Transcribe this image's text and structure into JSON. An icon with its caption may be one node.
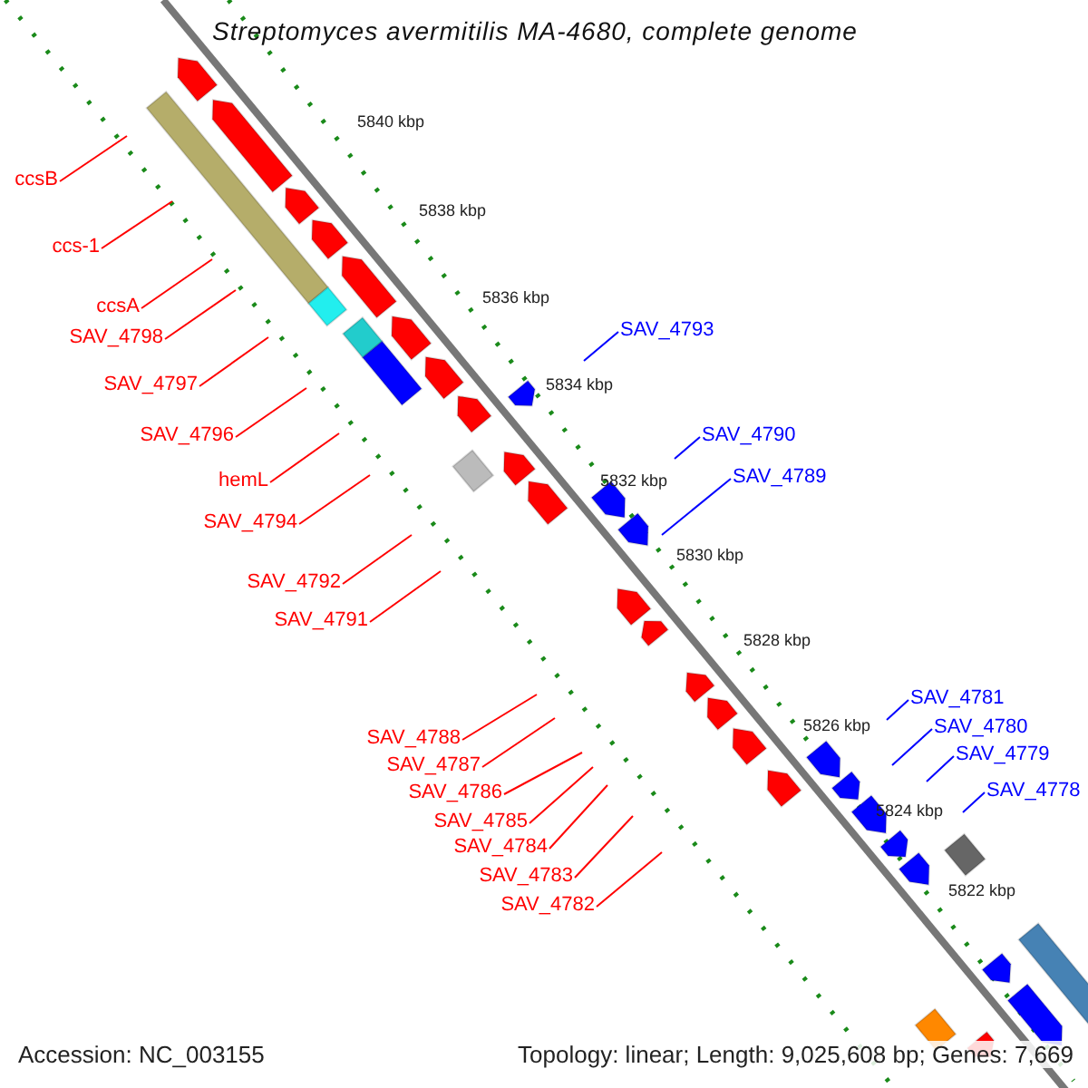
{
  "diagram": {
    "title": "Streptomyces avermitilis MA-4680, complete genome",
    "nodes": [
      {
        "text": [
          "ccsB"
        ]
      },
      {
        "text": [
          "ccs-1"
        ]
      },
      {
        "text": [
          "ccsA"
        ]
      },
      {
        "text": [
          "SAV_4798"
        ]
      },
      {
        "text": [
          "SAV_4797"
        ]
      },
      {
        "text": [
          "SAV_4796"
        ]
      },
      {
        "text": [
          "hemL"
        ]
      },
      {
        "text": [
          "SAV_4794"
        ]
      },
      {
        "text": [
          "SAV_4792"
        ]
      },
      {
        "text": [
          "SAV_4791"
        ]
      },
      {
        "text": [
          "SAV_4788"
        ]
      },
      {
        "text": [
          "SAV_4787"
        ]
      },
      {
        "text": [
          "SAV_4786"
        ]
      },
      {
        "text": [
          "SAV_4785"
        ]
      },
      {
        "text": [
          "SAV_4784"
        ]
      },
      {
        "text": [
          "SAV_4783"
        ]
      },
      {
        "text": [
          "SAV_4782"
        ]
      },
      {
        "text": [
          "SAV_4793"
        ]
      },
      {
        "text": [
          "SAV_4790"
        ]
      },
      {
        "text": [
          "SAV_4789"
        ]
      },
      {
        "text": [
          "SAV_4781"
        ]
      },
      {
        "text": [
          "SAV_4780"
        ]
      },
      {
        "text": [
          "SAV_4779"
        ]
      },
      {
        "text": [
          "SAV_4778"
        ]
      }
    ],
    "edges": [
      {
        "from": 0,
        "to": null,
        "arrow": "none"
      },
      {
        "from": 1,
        "to": null,
        "arrow": "none"
      },
      {
        "from": 2,
        "to": null,
        "arrow": "none"
      },
      {
        "from": 3,
        "to": null,
        "arrow": "none"
      },
      {
        "from": 4,
        "to": null,
        "arrow": "none"
      },
      {
        "from": 5,
        "to": null,
        "arrow": "none"
      },
      {
        "from": 6,
        "to": null,
        "arrow": "none"
      },
      {
        "from": 7,
        "to": null,
        "arrow": "none"
      },
      {
        "from": 8,
        "to": null,
        "arrow": "none"
      },
      {
        "from": 9,
        "to": null,
        "arrow": "none"
      },
      {
        "from": 10,
        "to": null,
        "arrow": "none"
      },
      {
        "from": 11,
        "to": null,
        "arrow": "none"
      },
      {
        "from": 12,
        "to": null,
        "arrow": "none"
      },
      {
        "from": 13,
        "to": null,
        "arrow": "none"
      },
      {
        "from": 14,
        "to": null,
        "arrow": "none"
      },
      {
        "from": 15,
        "to": null,
        "arrow": "none"
      },
      {
        "from": 16,
        "to": null,
        "arrow": "none"
      },
      {
        "from": 17,
        "to": null,
        "arrow": "none",
        "color": "#0000ff"
      },
      {
        "from": 18,
        "to": null,
        "arrow": "none",
        "color": "#0000ff"
      },
      {
        "from": 19,
        "to": null,
        "arrow": "none",
        "color": "#0000ff"
      },
      {
        "from": 20,
        "to": null,
        "arrow": "none",
        "color": "#0000ff"
      },
      {
        "from": 21,
        "to": null,
        "arrow": "none",
        "color": "#0000ff"
      },
      {
        "from": 22,
        "to": null,
        "arrow": "none",
        "color": "#0000ff"
      },
      {
        "from": 23,
        "to": null,
        "arrow": "none",
        "color": "#0000ff"
      }
    ],
    "labels": [
      "5840 kbp",
      "5838 kbp",
      "5836 kbp",
      "5834 kbp",
      "5832 kbp",
      "5830 kbp",
      "5828 kbp",
      "5826 kbp",
      "5824 kbp",
      "5822 kbp",
      "Accession: NC_003155",
      "Topology: linear; Length: 9,025,608 bp; Genes: 7,669"
    ]
  }
}
